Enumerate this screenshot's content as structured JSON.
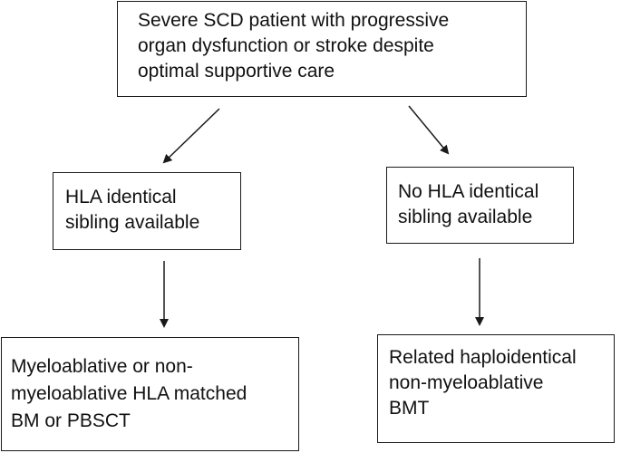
{
  "boxes": {
    "top": {
      "lines": [
        "Severe SCD patient with progressive",
        "organ dysfunction or stroke despite",
        "optimal supportive care"
      ]
    },
    "left_mid": {
      "lines": [
        "HLA identical",
        "sibling available"
      ]
    },
    "right_mid": {
      "lines": [
        "No HLA identical",
        "sibling available"
      ]
    },
    "left_bottom": {
      "lines": [
        "Myeloablative or non-",
        "myeloablative HLA matched",
        "BM or PBSCT"
      ]
    },
    "right_bottom": {
      "lines": [
        "Related haploidentical",
        "non-myeloablative",
        "BMT"
      ]
    }
  },
  "colors": {
    "stroke": "#1a1a1a",
    "background": "#ffffff"
  }
}
